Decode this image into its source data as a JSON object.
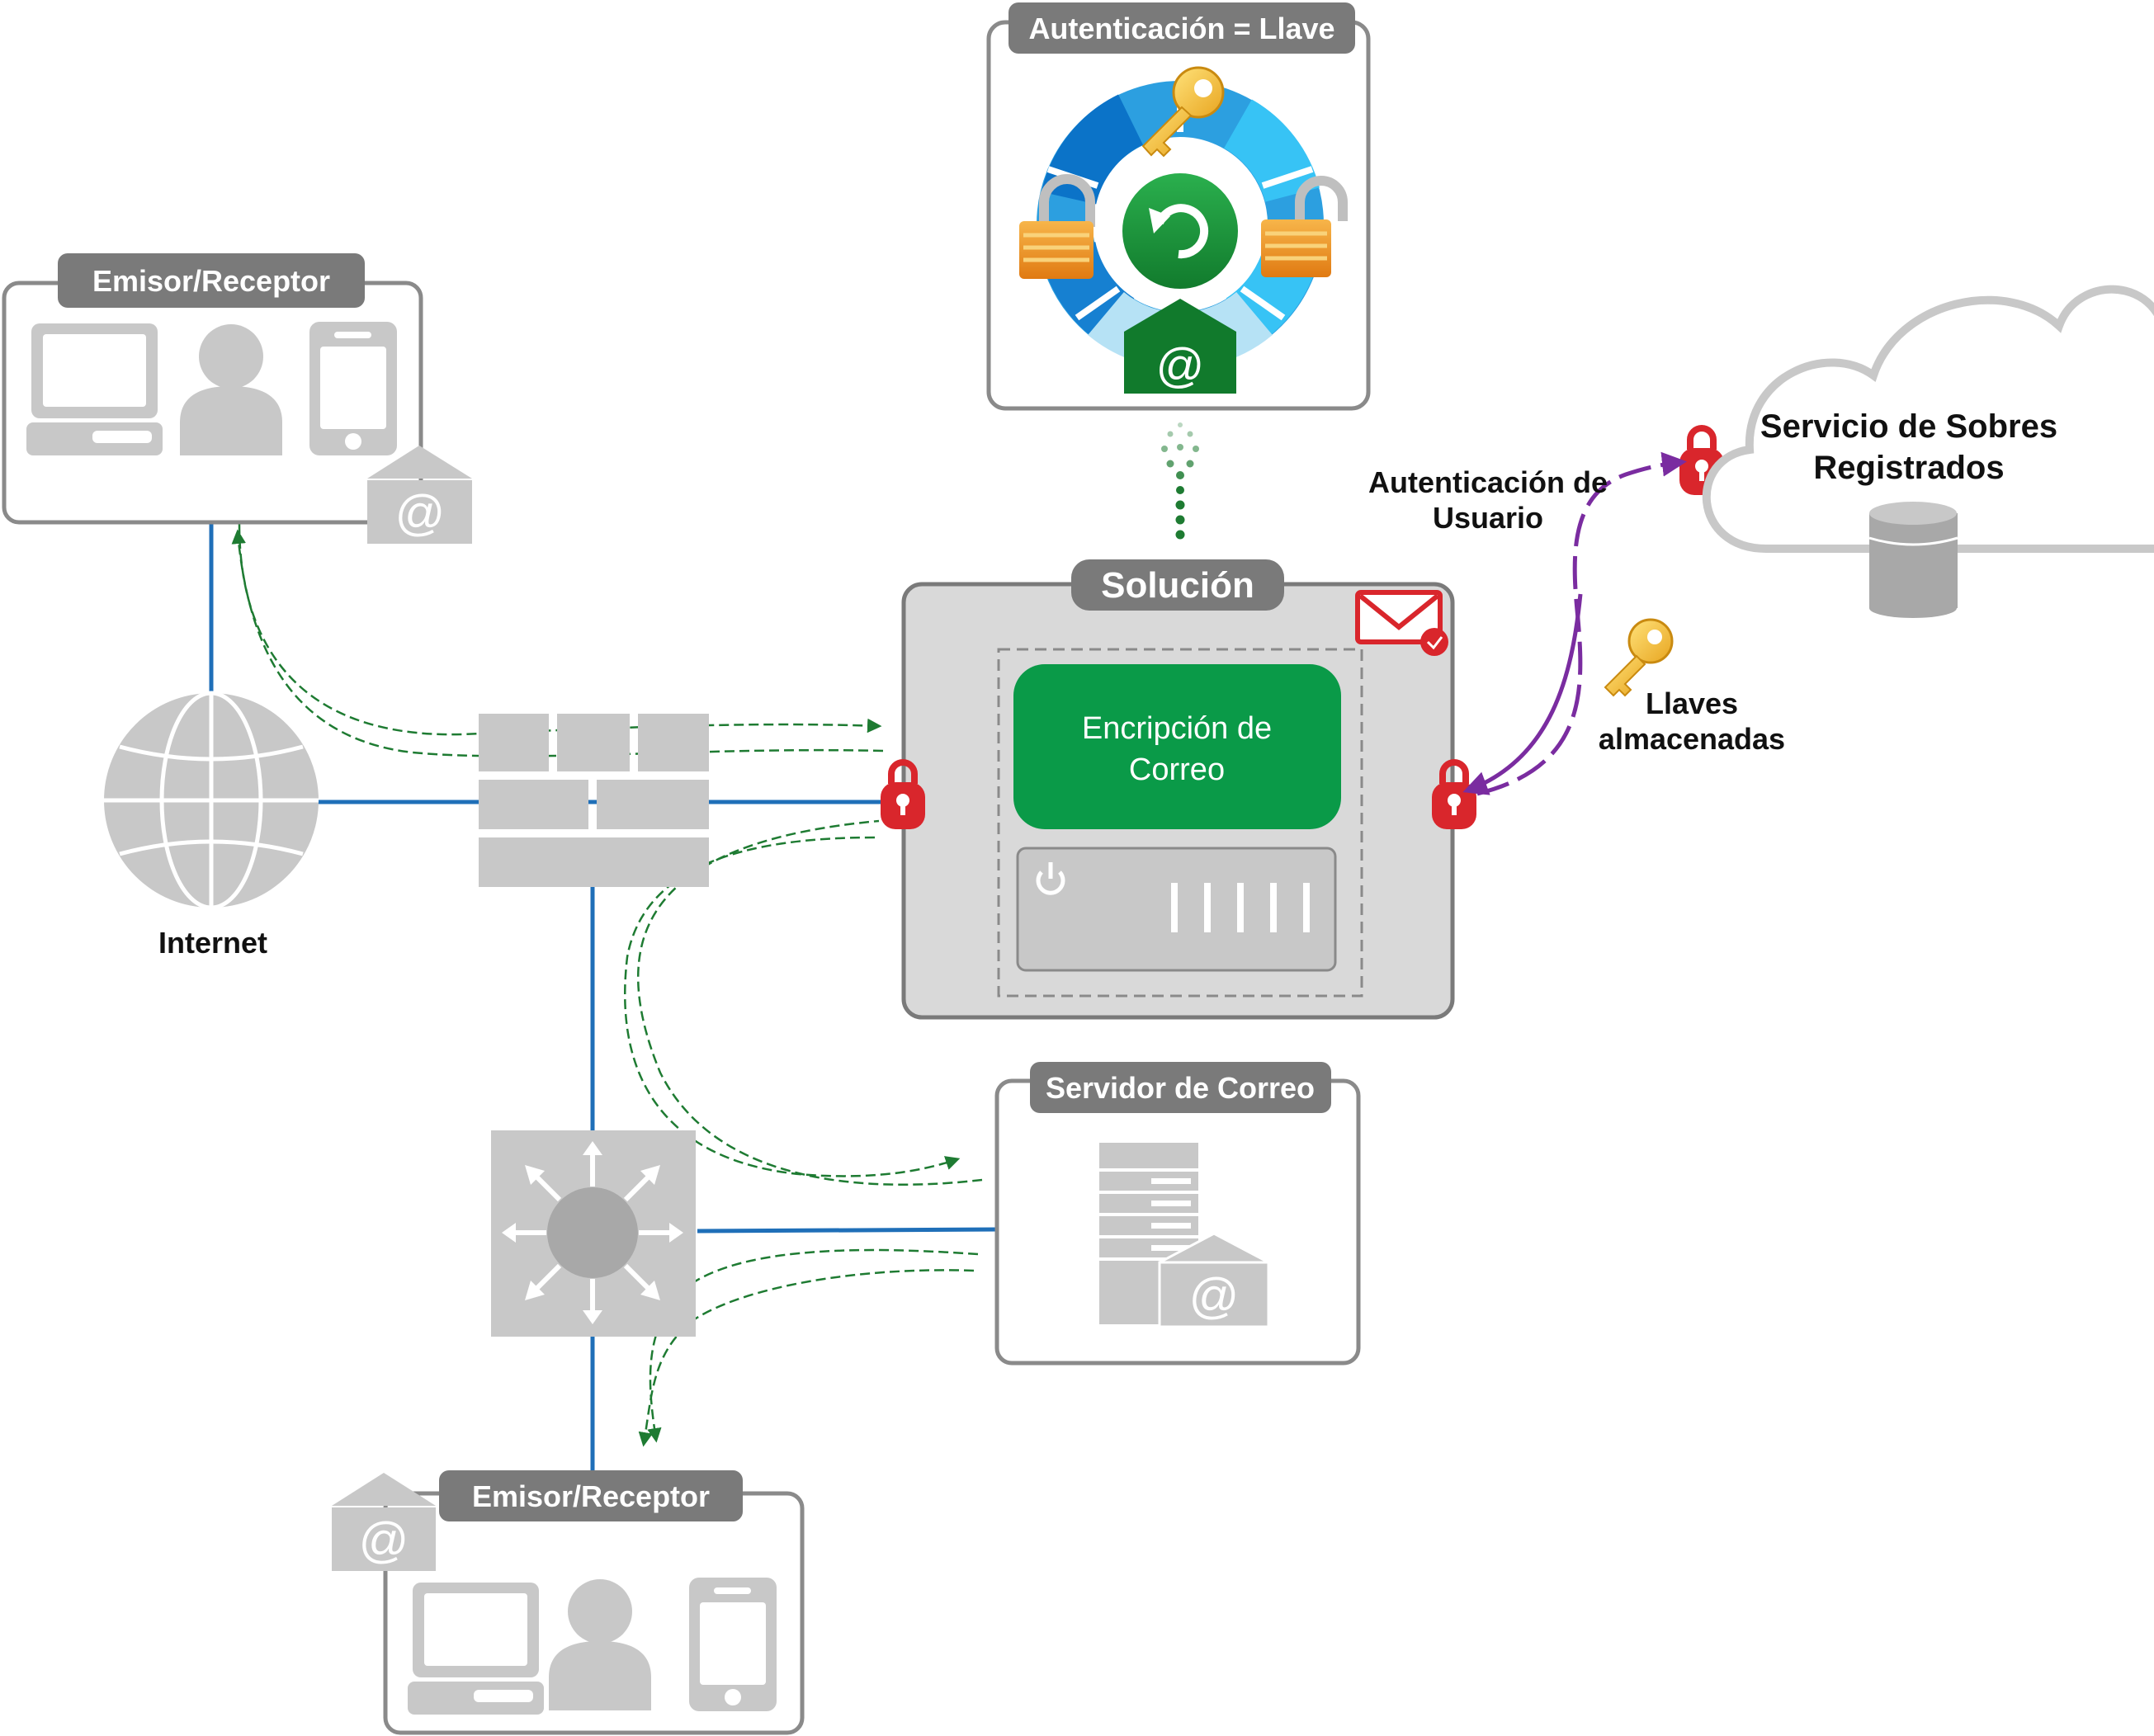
{
  "diagram": {
    "labels": {
      "auth_title": "Autenticación = Llave",
      "emisor_top": "Emisor/Receptor",
      "emisor_bottom": "Emisor/Receptor",
      "internet": "Internet",
      "solucion": "Solución",
      "encryption_line1": "Encripción de",
      "encryption_line2": "Correo",
      "mail_server": "Servidor de Correo",
      "cloud_line1": "Servicio de Sobres",
      "cloud_line2": "Registrados",
      "user_auth_line1": "Autenticación de",
      "user_auth_line2": "Usuario",
      "keys_line1": "Llaves",
      "keys_line2": "almacenadas",
      "at_symbol": "@"
    },
    "colors": {
      "network_line": "#1f6fb8",
      "flow_arrow": "#1e7b32",
      "purple_link": "#7a2ca0",
      "lock_red": "#d9262c",
      "green_panel": "#0a9a48",
      "gray_pill": "#7a7a7a",
      "device_gray": "#c8c8c8",
      "box_border": "#8a8a8a"
    },
    "icons": [
      "laptop-icon",
      "person-icon",
      "phone-icon",
      "envelope-at-icon",
      "globe-icon",
      "firewall-icon",
      "switch-icon",
      "server-icon",
      "padlock-icon",
      "key-icon",
      "cloud-icon",
      "database-icon",
      "refresh-icon",
      "mail-alert-icon",
      "power-icon"
    ]
  }
}
